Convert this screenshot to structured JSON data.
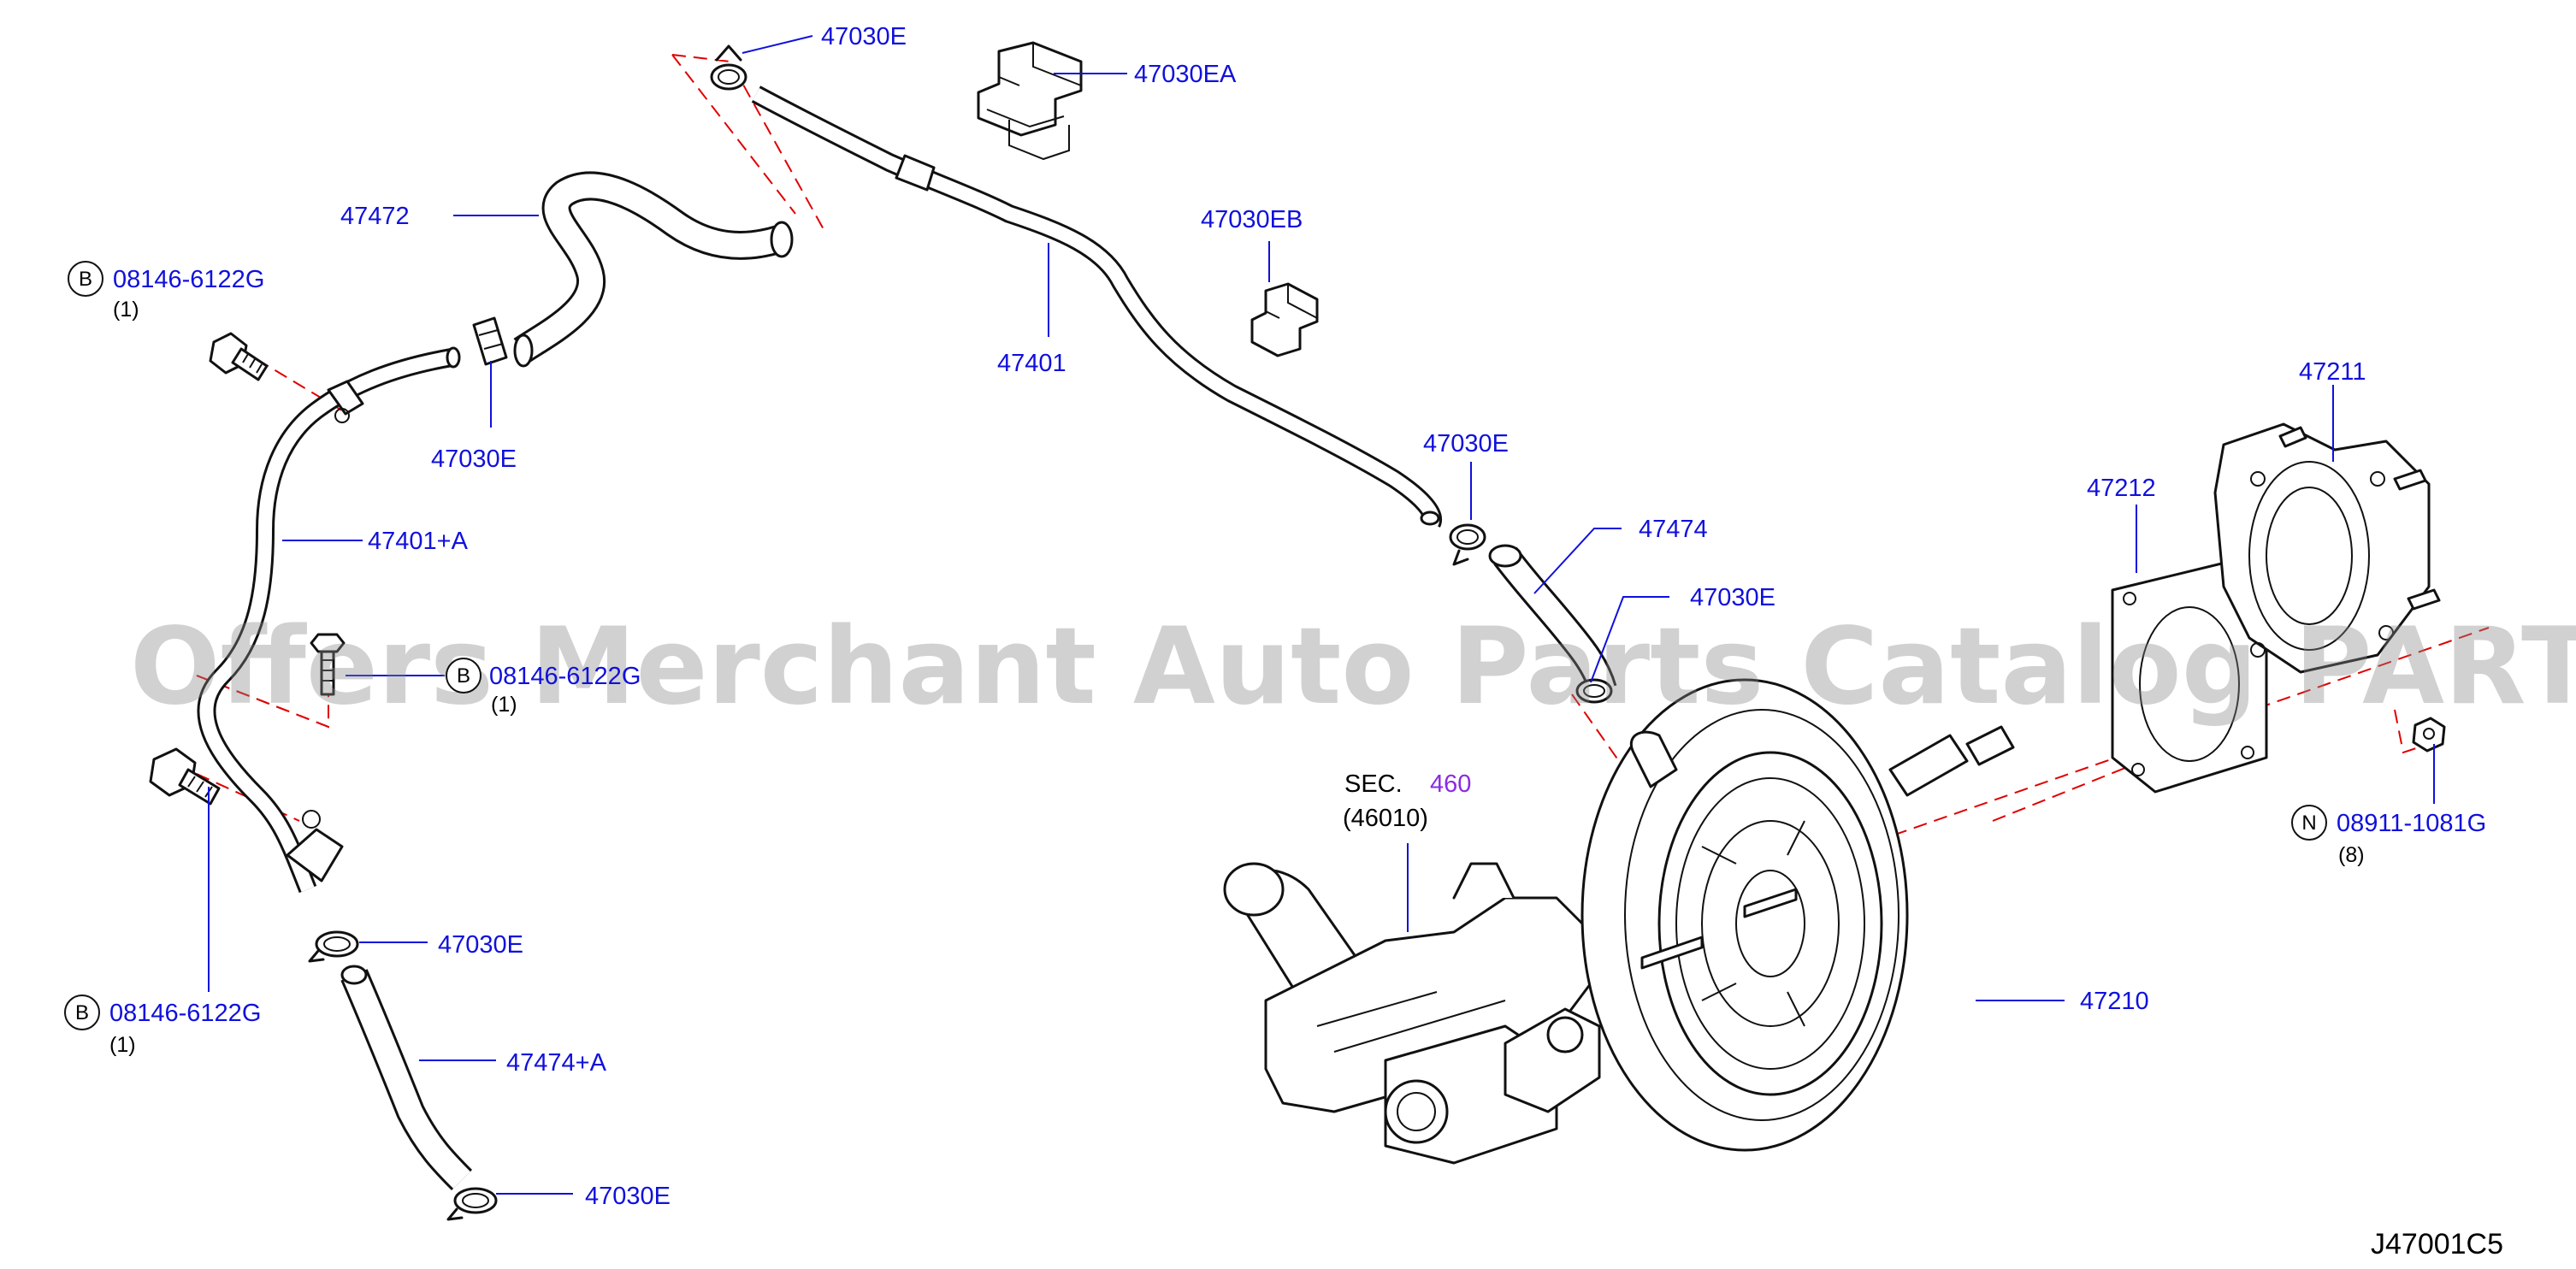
{
  "watermark": "Offers Merchant Auto Parts Catalog PARTSTORE.SA",
  "diagram_code": "J47001C5",
  "section": {
    "prefix": "SEC.",
    "ref": "460",
    "sub": "(46010)"
  },
  "labels": {
    "clamp_top": "47030E",
    "clip_ea": "47030EA",
    "clip_eb": "47030EB",
    "hose_47472": "47472",
    "clamp_left_upper": "47030E",
    "pipe_47401": "47401",
    "pipe_47401a": "47401+A",
    "clamp_mid": "47030E",
    "hose_47474": "47474",
    "clamp_booster": "47030E",
    "gasket_47212": "47212",
    "bracket_47211": "47211",
    "booster_47210": "47210",
    "clamp_left_lower": "47030E",
    "hose_47474a": "47474+A",
    "clamp_bottom": "47030E"
  },
  "fasteners": {
    "bolt_top": {
      "marker": "B",
      "part": "08146-6122G",
      "qty": "(1)"
    },
    "bolt_mid": {
      "marker": "B",
      "part": "08146-6122G",
      "qty": "(1)"
    },
    "bolt_low": {
      "marker": "B",
      "part": "08146-6122G",
      "qty": "(1)"
    },
    "nut": {
      "marker": "N",
      "part": "08911-1081G",
      "qty": "(8)"
    }
  }
}
